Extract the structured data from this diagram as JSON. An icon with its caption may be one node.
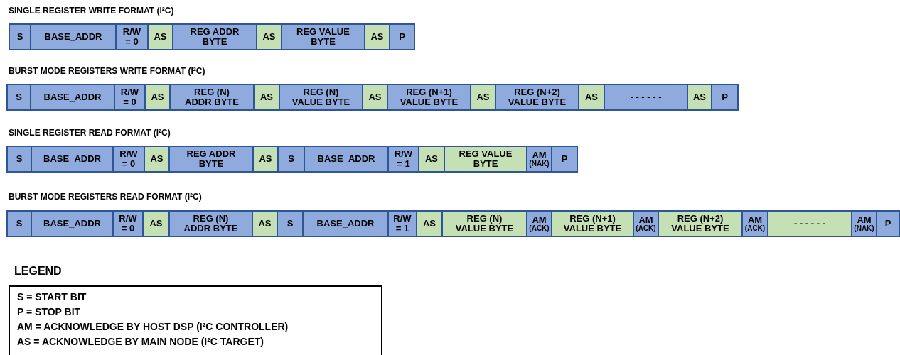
{
  "diagram": {
    "nodes": [
      {
        "text": [
          "S"
        ]
      },
      {
        "text": [
          "BASE_ADDR"
        ]
      },
      {
        "text": [
          "R/W = 0"
        ]
      },
      {
        "text": [
          "AS"
        ]
      },
      {
        "text": [
          "REG ADDR BYTE"
        ]
      },
      {
        "text": [
          "AS"
        ]
      },
      {
        "text": [
          "REG VALUE BYTE"
        ]
      },
      {
        "text": [
          "AS"
        ]
      },
      {
        "text": [
          "P"
        ]
      },
      {
        "text": [
          "S"
        ]
      },
      {
        "text": [
          "BASE_ADDR"
        ]
      },
      {
        "text": [
          "R/W = 0"
        ]
      },
      {
        "text": [
          "AS"
        ]
      },
      {
        "text": [
          "REG (N) ADDR BYTE"
        ]
      },
      {
        "text": [
          "AS"
        ]
      },
      {
        "text": [
          "REG (N) VALUE BYTE"
        ]
      },
      {
        "text": [
          "AS"
        ]
      },
      {
        "text": [
          "REG (N+1) VALUE BYTE"
        ]
      },
      {
        "text": [
          "AS"
        ]
      },
      {
        "text": [
          "REG (N+2) VALUE BYTE"
        ]
      },
      {
        "text": [
          "AS"
        ]
      },
      {
        "text": [
          "- - - - - -"
        ]
      },
      {
        "text": [
          "AS"
        ]
      },
      {
        "text": [
          "P"
        ]
      },
      {
        "text": [
          "S"
        ]
      },
      {
        "text": [
          "BASE_ADDR"
        ]
      },
      {
        "text": [
          "R/W = 0"
        ]
      },
      {
        "text": [
          "AS"
        ]
      },
      {
        "text": [
          "REG ADDR BYTE"
        ]
      },
      {
        "text": [
          "AS"
        ]
      },
      {
        "text": [
          "S"
        ]
      },
      {
        "text": [
          "BASE_ADDR"
        ]
      },
      {
        "text": [
          "R/W = 1"
        ]
      },
      {
        "text": [
          "AS"
        ]
      },
      {
        "text": [
          "REG VALUE BYTE"
        ]
      },
      {
        "text": [
          "AM",
          "(NAK)"
        ]
      },
      {
        "text": [
          "P"
        ]
      },
      {
        "text": [
          "S"
        ]
      },
      {
        "text": [
          "BASE_ADDR"
        ]
      },
      {
        "text": [
          "R/W = 0"
        ]
      },
      {
        "text": [
          "AS"
        ]
      },
      {
        "text": [
          "REG (N) ADDR BYTE"
        ]
      },
      {
        "text": [
          "AS"
        ]
      },
      {
        "text": [
          "S"
        ]
      },
      {
        "text": [
          "BASE_ADDR"
        ]
      },
      {
        "text": [
          "R/W = 1"
        ]
      },
      {
        "text": [
          "AS"
        ]
      },
      {
        "text": [
          "REG (N) VALUE BYTE"
        ]
      },
      {
        "text": [
          "AM",
          "(ACK)"
        ]
      },
      {
        "text": [
          "REG (N+1) VALUE BYTE"
        ]
      },
      {
        "text": [
          "AM",
          "(ACK)"
        ]
      },
      {
        "text": [
          "REG (N+2) VALUE BYTE"
        ]
      },
      {
        "text": [
          "AM",
          "(ACK)"
        ]
      },
      {
        "text": [
          "- - - - - -"
        ]
      },
      {
        "text": [
          "AM",
          "(NAK)"
        ]
      },
      {
        "text": [
          "P"
        ]
      },
      {
        "text": [
          "LEGEND",
          "S = START BIT",
          "P = STOP BIT",
          "AM = ACKNOWLEDGE BY HOST DSP (I²C CONTROLLER)",
          "AS = ACKNOWLEDGE BY MAIN NODE (I²C TARGET)"
        ]
      }
    ],
    "labels": [
      "SINGLE REGISTER WRITE FORMAT (I²C)",
      "BURST MODE REGISTERS WRITE FORMAT (I²C)",
      "SINGLE REGISTER READ FORMAT (I²C)",
      "BURST MODE REGISTERS READ FORMAT (I²C)"
    ]
  }
}
